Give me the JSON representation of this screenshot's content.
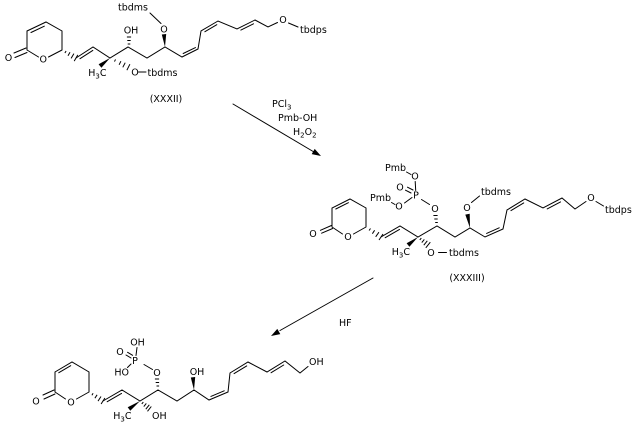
{
  "colors": {
    "ink": "#000000",
    "background": "#ffffff"
  },
  "compound_xxxii": {
    "name": "(XXXII)",
    "labels": {
      "carbonyl_o": "O",
      "ring_o": "O",
      "methyl": {
        "h": "H",
        "sub": "3",
        "c": "C"
      },
      "otbdms_o": "O",
      "otbdms_group": "tbdms",
      "c10_oh": "OH",
      "top_tbdms_group": "tbdms",
      "top_o": "O",
      "end_o": "O",
      "end_group": "tbdps"
    }
  },
  "step1": {
    "reagent1": {
      "main": "PCl",
      "sub": "3"
    },
    "reagent2": "Pmb-OH",
    "reagent3": {
      "h": "H",
      "s1": "2",
      "o": "O",
      "s2": "2"
    }
  },
  "compound_xxxiii": {
    "name": "(XXXIII)",
    "labels": {
      "carbonyl_o": "O",
      "ring_o": "O",
      "methyl": {
        "h": "H",
        "sub": "3",
        "c": "C"
      },
      "otbdms_o": "O",
      "otbdms_group": "tbdms",
      "phosphate_p": "P",
      "phosphate_dbl_o": "O",
      "phosphate_top_o": "O",
      "phosphate_top_pmb": "Pmb",
      "phosphate_left_o": "O",
      "phosphate_left_pmb": "Pmb",
      "phosphate_ester_o": "O",
      "c12_o": "O",
      "c12_tbdms": "tbdms",
      "end_o": "O",
      "end_group": "tbdps"
    }
  },
  "step2": {
    "reagent": "HF"
  },
  "final_product": {
    "labels": {
      "carbonyl_o": "O",
      "ring_o": "O",
      "methyl": {
        "h": "H",
        "sub": "3",
        "c": "C"
      },
      "c9_oh": "OH",
      "phosphate_p": "P",
      "phosphate_dbl_o": "O",
      "phosphate_oh_top": "OH",
      "phosphate_ho_left": "HO",
      "phosphate_ester_o": "O",
      "c12_oh": "OH",
      "terminal_oh": "OH"
    }
  }
}
